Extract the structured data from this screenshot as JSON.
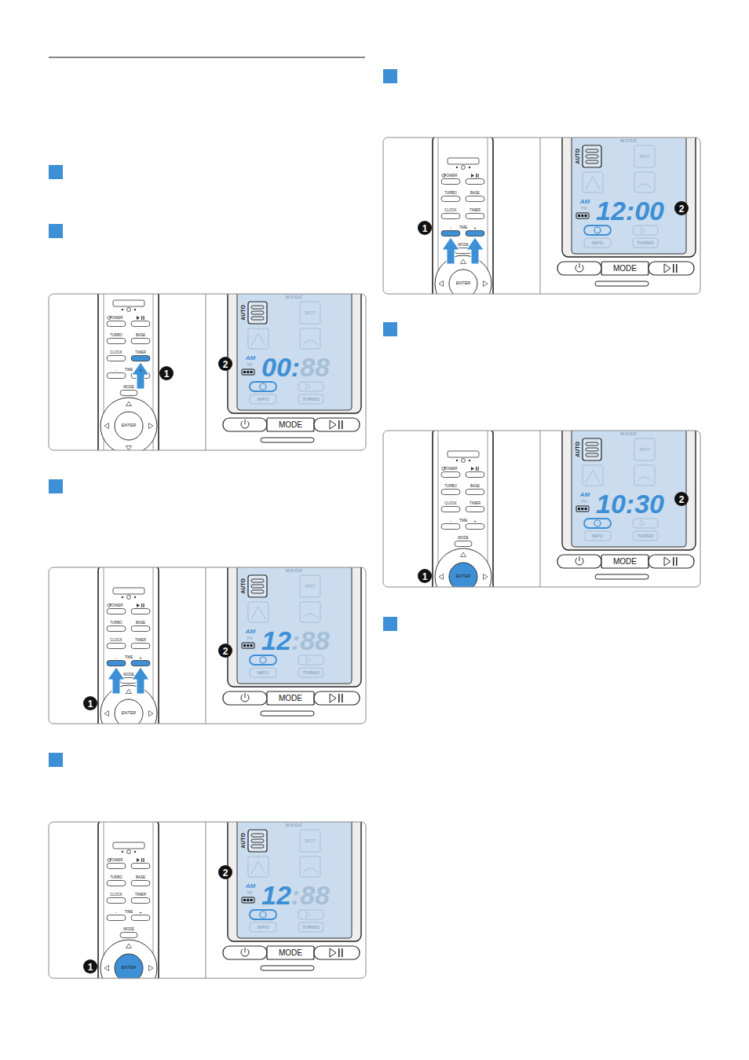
{
  "diagram": {
    "labels": [
      "1",
      "2",
      "POWER",
      "TURBO",
      "BASE",
      "CLOCK",
      "TIMER",
      "-",
      "TIME",
      "+",
      "MODE",
      "ENTER",
      "MODE",
      "AUTO",
      "SPOT",
      "AM",
      "PM",
      "00:",
      "88",
      "INFO",
      "TURBO",
      "MODE",
      "1",
      "2",
      "POWER",
      "TURBO",
      "BASE",
      "CLOCK",
      "TIMER",
      "-",
      "TIME",
      "+",
      "MODE",
      "ENTER",
      "MODE",
      "AUTO",
      "SPOT",
      "AM",
      "PM",
      "12",
      ":88",
      "INFO",
      "TURBO",
      "MODE",
      "1",
      "2",
      "POWER",
      "TURBO",
      "BASE",
      "CLOCK",
      "TIMER",
      "-",
      "TIME",
      "+",
      "MODE",
      "ENTER",
      "MODE",
      "AUTO",
      "SPOT",
      "AM",
      "PM",
      "12",
      ":88",
      "INFO",
      "TURBO",
      "MODE",
      "1",
      "2",
      "POWER",
      "TURBO",
      "BASE",
      "CLOCK",
      "TIMER",
      "-",
      "TIME",
      "+",
      "MODE",
      "ENTER",
      "MODE",
      "AUTO",
      "SPOT",
      "AM",
      "PM",
      "12:00",
      "INFO",
      "TURBO",
      "MODE",
      "1",
      "2",
      "POWER",
      "TURBO",
      "BASE",
      "CLOCK",
      "TIMER",
      "-",
      "TIME",
      "+",
      "MODE",
      "ENTER",
      "MODE",
      "AUTO",
      "SPOT",
      "AM",
      "PM",
      "10:30",
      "INFO",
      "TURBO",
      "MODE"
    ]
  }
}
